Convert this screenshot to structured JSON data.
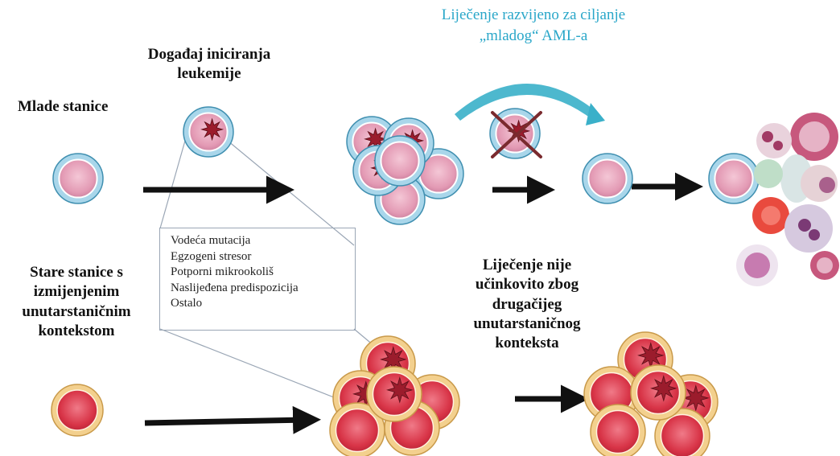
{
  "labels": {
    "young_cells": "Mlade stanice",
    "initiating_event": "Događaj iniciranja\nleukemije",
    "treatment_young": "Liječenje razvijeno za ciljanje\n„mladog“ AML-a",
    "old_cells": "Stare stanice s\nizmijenjenim\nunutarstaničnim\nkontekstom",
    "treatment_not_effective": "Liječenje nije\nučinkovito zbog\ndrugačijeg\nunutarstaničnog\nkonteksta"
  },
  "factors": [
    "Vodeća mutacija",
    "Egzogeni stresor",
    "Potporni mikrookoliš",
    "Naslijeđena predispozicija",
    "Ostalo"
  ],
  "colors": {
    "young_cell_ring": "#a9d6ea",
    "young_cell_core": "#e9a6bd",
    "old_cell_ring": "#f3d08e",
    "old_cell_core": "#d93a4d",
    "mutation_star": "#9b1c2c",
    "teal_arrow": "#3ab0c9",
    "cross": "#7a2a2e",
    "text_blue": "#2aa7c9"
  }
}
